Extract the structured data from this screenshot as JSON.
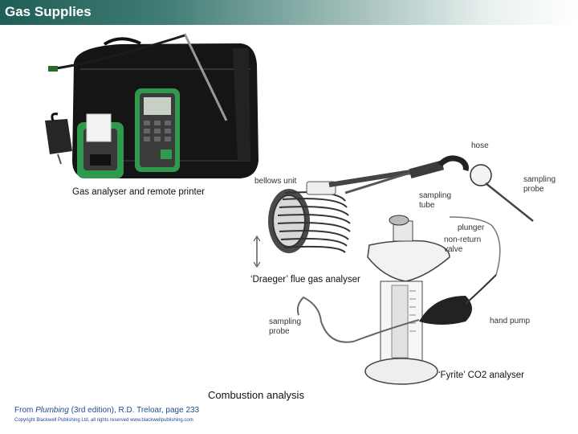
{
  "header": {
    "title": "Gas Supplies"
  },
  "photo": {
    "caption": "Gas analyser and remote printer"
  },
  "diagram_labels": {
    "hose": "hose",
    "sampling_probe_top": "sampling probe",
    "bellows_unit": "bellows unit",
    "sampling_tube": "sampling tube",
    "plunger": "plunger",
    "non_return_valve": "non-return valve",
    "draeger": "‘Draeger’ flue gas analyser",
    "sampling_probe_bottom": "sampling probe",
    "hand_pump": "hand pump",
    "fyrite": "‘Fyrite’ CO2 analyser"
  },
  "caption": "Combustion analysis",
  "footer": {
    "prefix": "From ",
    "book": "Plumbing",
    "edition": " (3rd edition), R.D. Treloar, page 233",
    "copyright": "Copyright Blackwell Publishing Ltd, all rights reserved  www.blackwellpublishing.com"
  }
}
